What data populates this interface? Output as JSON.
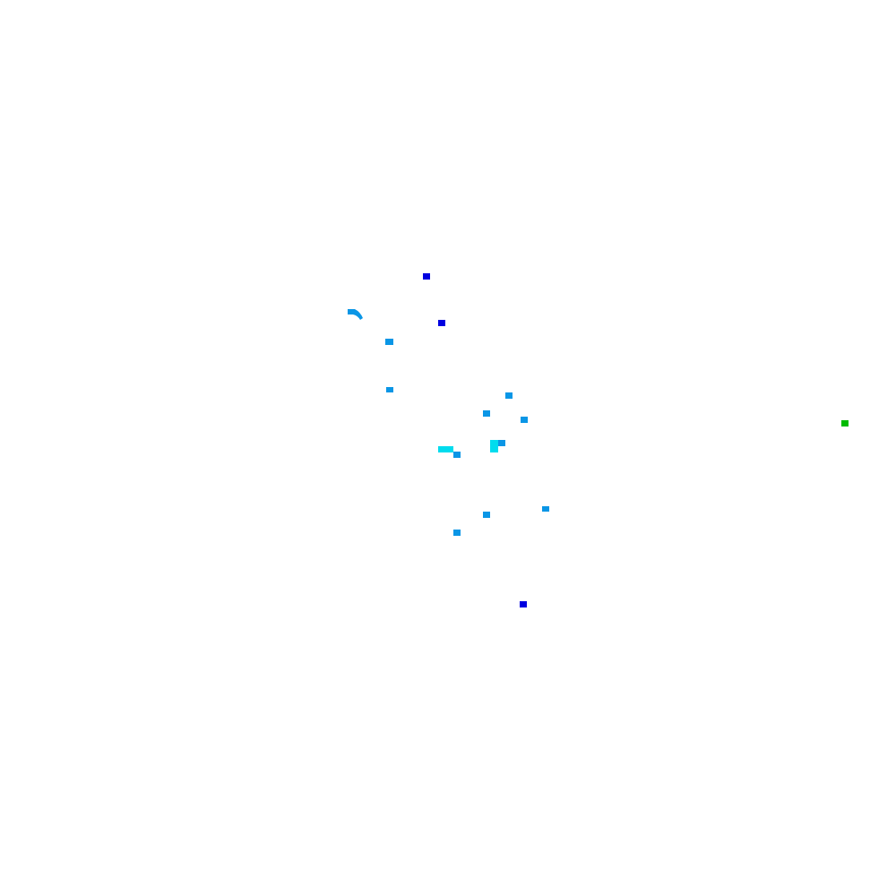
{
  "colors": {
    "background": "#ffffff",
    "dark_blue": "#0000e0",
    "medium_blue": "#0a96e6",
    "cyan": "#00dcee",
    "green": "#00bb00"
  },
  "markers": [
    {
      "kind": "dark-blue-square",
      "color_key": "dark_blue"
    },
    {
      "kind": "dark-blue-square",
      "color_key": "dark_blue"
    },
    {
      "kind": "dark-blue-square",
      "color_key": "dark_blue"
    },
    {
      "kind": "medium-blue-square",
      "color_key": "medium_blue"
    },
    {
      "kind": "medium-blue-square",
      "color_key": "medium_blue"
    },
    {
      "kind": "medium-blue-square",
      "color_key": "medium_blue"
    },
    {
      "kind": "medium-blue-square",
      "color_key": "medium_blue"
    },
    {
      "kind": "medium-blue-square",
      "color_key": "medium_blue"
    },
    {
      "kind": "medium-blue-square",
      "color_key": "medium_blue"
    },
    {
      "kind": "medium-blue-square",
      "color_key": "medium_blue"
    },
    {
      "kind": "medium-blue-square",
      "color_key": "medium_blue"
    },
    {
      "kind": "medium-blue-square",
      "color_key": "medium_blue"
    },
    {
      "kind": "medium-blue-square",
      "color_key": "medium_blue"
    },
    {
      "kind": "medium-blue-arc",
      "color_key": "medium_blue"
    },
    {
      "kind": "cyan-bar",
      "color_key": "cyan"
    },
    {
      "kind": "cyan-block",
      "color_key": "cyan"
    },
    {
      "kind": "green-square",
      "color_key": "green"
    }
  ]
}
